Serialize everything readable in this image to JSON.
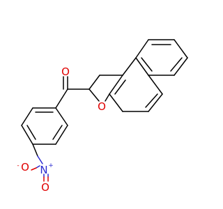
{
  "molecule": {
    "atoms": {
      "carbonyl_oxygen": "O",
      "ring_oxygen": "O",
      "nitro_nitrogen": "N",
      "nitro_oxygen_minus": "O",
      "nitro_oxygen_double": "O",
      "charge_plus": "+",
      "charge_minus": "-"
    },
    "colors": {
      "bond": "#000000",
      "oxygen": "#e00000",
      "nitrogen": "#2a2ad0",
      "background": "#ffffff"
    }
  }
}
